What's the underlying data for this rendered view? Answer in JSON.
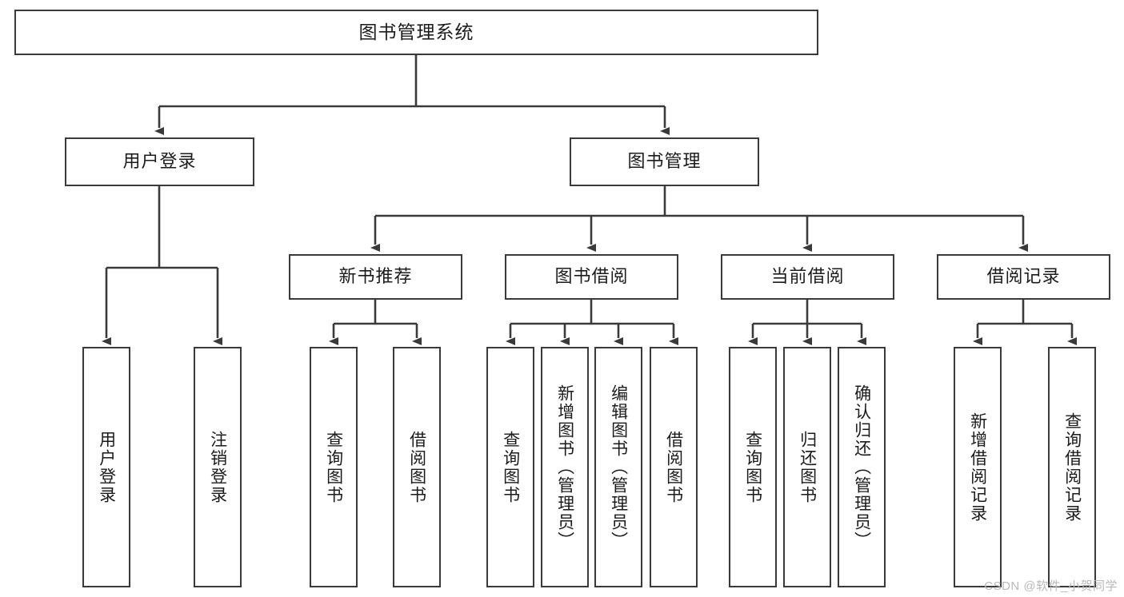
{
  "diagram": {
    "type": "tree-hierarchy",
    "title": "图书管理系统",
    "root": {
      "label": "图书管理系统"
    },
    "level2": [
      {
        "id": "user-login",
        "label": "用户登录"
      },
      {
        "id": "book-management",
        "label": "图书管理"
      }
    ],
    "level3": [
      {
        "id": "new-book-recommend",
        "label": "新书推荐",
        "parent": "book-management"
      },
      {
        "id": "book-borrow",
        "label": "图书借阅",
        "parent": "book-management"
      },
      {
        "id": "current-borrow",
        "label": "当前借阅",
        "parent": "book-management"
      },
      {
        "id": "borrow-record",
        "label": "借阅记录",
        "parent": "book-management"
      }
    ],
    "leaves": [
      {
        "id": "leaf-user-login",
        "label": "用户登录",
        "parent": "user-login"
      },
      {
        "id": "leaf-logout-login",
        "label": "注销登录",
        "parent": "user-login"
      },
      {
        "id": "leaf-query-book-1",
        "label": "查询图书",
        "parent": "new-book-recommend"
      },
      {
        "id": "leaf-borrow-book-1",
        "label": "借阅图书",
        "parent": "new-book-recommend"
      },
      {
        "id": "leaf-query-book-2",
        "label": "查询图书",
        "parent": "book-borrow"
      },
      {
        "id": "leaf-add-book",
        "label": "新增图书（管理员）",
        "parent": "book-borrow"
      },
      {
        "id": "leaf-edit-book",
        "label": "编辑图书（管理员）",
        "parent": "book-borrow"
      },
      {
        "id": "leaf-borrow-book-2",
        "label": "借阅图书",
        "parent": "book-borrow"
      },
      {
        "id": "leaf-query-book-3",
        "label": "查询图书",
        "parent": "current-borrow"
      },
      {
        "id": "leaf-return-book",
        "label": "归还图书",
        "parent": "current-borrow"
      },
      {
        "id": "leaf-confirm-return",
        "label": "确认归还（管理员）",
        "parent": "current-borrow"
      },
      {
        "id": "leaf-add-record",
        "label": "新增借阅记录",
        "parent": "borrow-record"
      },
      {
        "id": "leaf-query-record",
        "label": "查询借阅记录",
        "parent": "borrow-record"
      }
    ],
    "colors": {
      "border": "#3a3a3a",
      "fill": "#ffffff",
      "text": "#1b1b1b",
      "background": "#ffffff",
      "watermark": "#b9b9b9"
    }
  },
  "watermark": {
    "text": "CSDN @软件_小贺同学"
  }
}
